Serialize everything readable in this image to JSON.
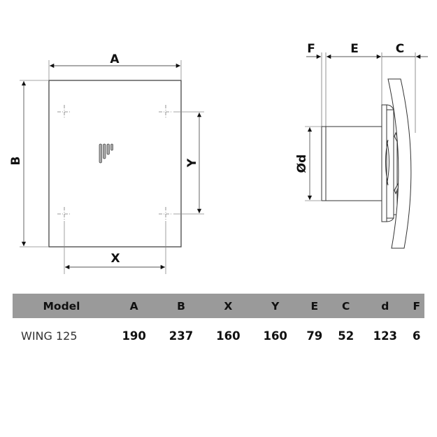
{
  "front_view": {
    "labels": {
      "A": "A",
      "B": "B",
      "X": "X",
      "Y": "Y"
    }
  },
  "side_view": {
    "labels": {
      "F": "F",
      "E": "E",
      "C": "C",
      "d": "Ød"
    }
  },
  "table": {
    "headers": [
      "Model",
      "A",
      "B",
      "X",
      "Y",
      "E",
      "C",
      "d",
      "F"
    ],
    "rows": [
      {
        "model": "WING 125",
        "A": "190",
        "B": "237",
        "X": "160",
        "Y": "160",
        "E": "79",
        "C": "52",
        "d": "123",
        "F": "6"
      }
    ],
    "header_bg": "#9a9a9a"
  }
}
